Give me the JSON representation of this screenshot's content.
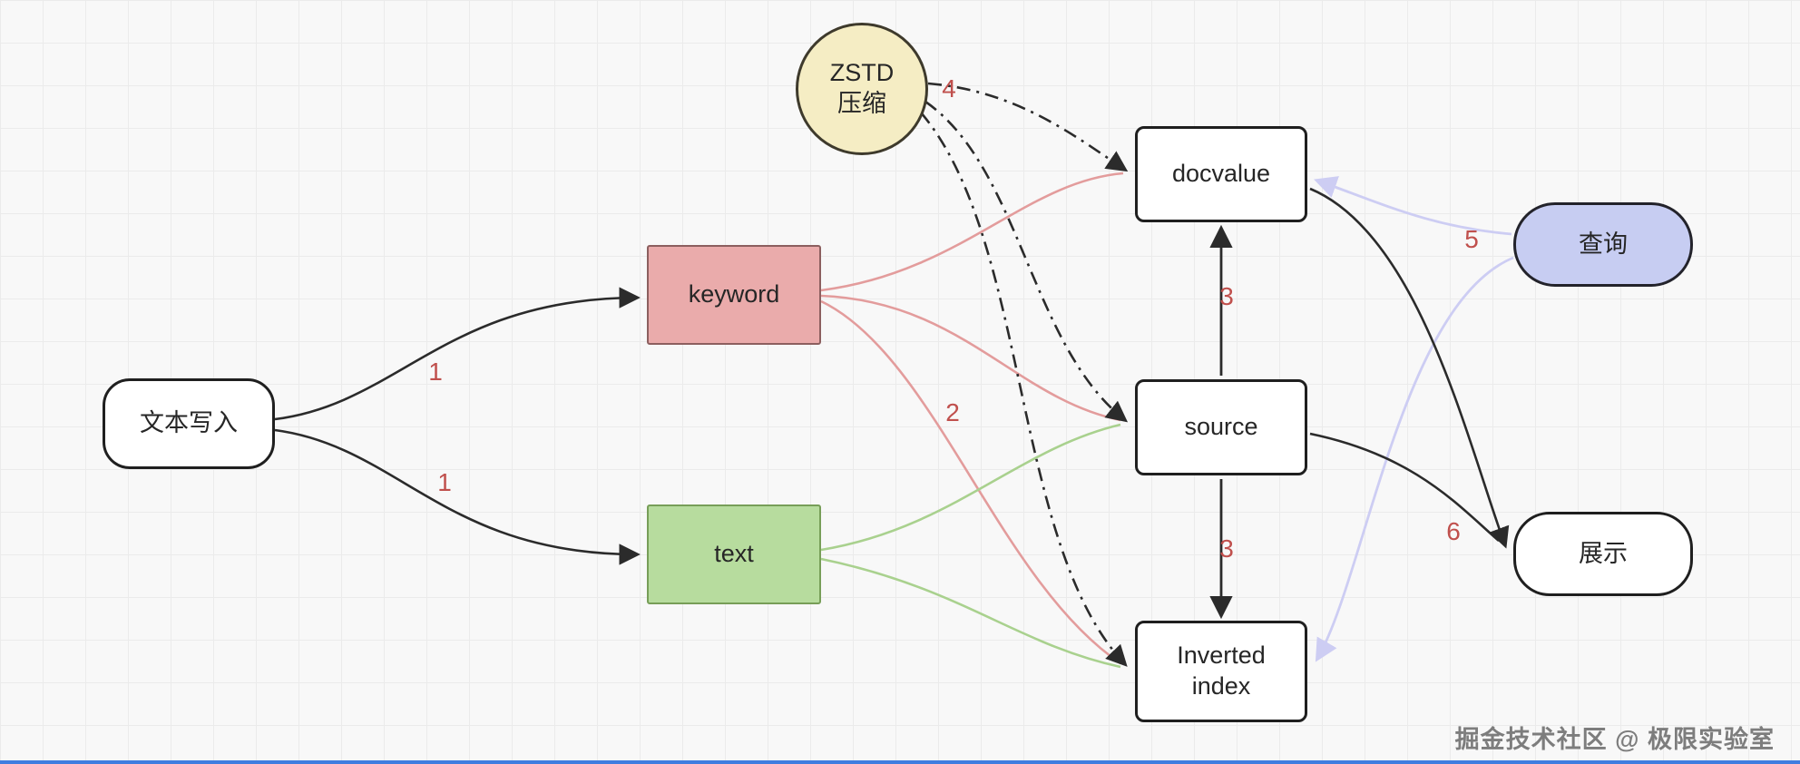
{
  "nodes": {
    "write": {
      "label": "文本写入"
    },
    "keyword": {
      "label": "keyword"
    },
    "text": {
      "label": "text"
    },
    "zstd": {
      "lines": [
        "ZSTD",
        "压缩"
      ]
    },
    "docvalue": {
      "label": "docvalue"
    },
    "source": {
      "label": "source"
    },
    "inverted": {
      "lines": [
        "Inverted",
        "index"
      ]
    },
    "query": {
      "label": "查询"
    },
    "display": {
      "label": "展示"
    }
  },
  "edge_labels": {
    "step1a": "1",
    "step1b": "1",
    "step2": "2",
    "step3a": "3",
    "step3b": "3",
    "step4": "4",
    "step5": "5",
    "step6": "6"
  },
  "watermark": "掘金技术社区 @ 极限实验室",
  "colors": {
    "keyword_fill": "#eaabab",
    "keyword_border": "#8c5f5f",
    "text_fill": "#b7dc9e",
    "text_border": "#779e58",
    "zstd_fill": "#f5edc4",
    "query_fill": "#c7cdf2",
    "node_border": "#1f1f1f",
    "edge_black": "#2b2b2b",
    "edge_pink": "#e39c9c",
    "edge_green": "#a9d18e",
    "edge_lavender": "#cdcdf3",
    "step_label_red": "#c0504d",
    "watermark_gray": "#7d7d7d"
  }
}
